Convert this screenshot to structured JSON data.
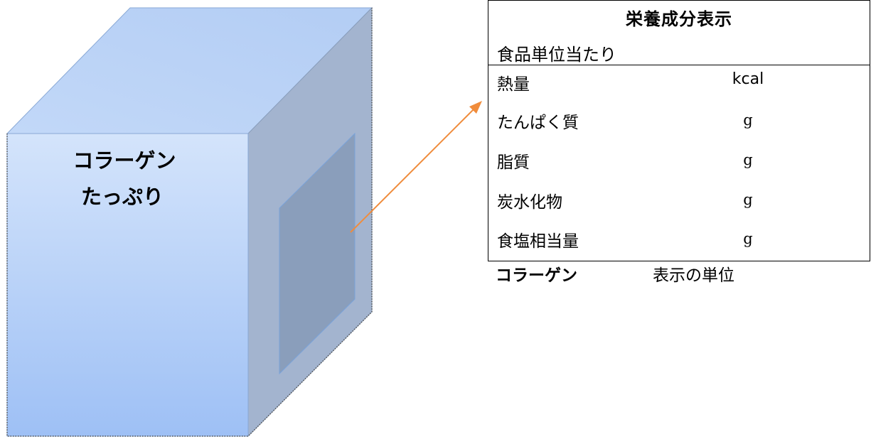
{
  "box": {
    "front_text_line1": "コラーゲン",
    "front_text_line2": "たっぷり",
    "colors": {
      "front_top": "#d4e4fb",
      "front_bottom": "#9ec0f5",
      "top_face": "#b9d2f6",
      "side_face": "#a3b4cf",
      "panel": "#8a9ebb",
      "arrow": "#f08c3c"
    }
  },
  "label": {
    "title": "栄養成分表示",
    "subtitle": "食品単位当たり",
    "rows": [
      {
        "name": "熱量",
        "unit": "kcal"
      },
      {
        "name": "たんぱく質",
        "unit": "g"
      },
      {
        "name": "脂質",
        "unit": "g"
      },
      {
        "name": "炭水化物",
        "unit": "g"
      },
      {
        "name": "食塩相当量",
        "unit": "g"
      }
    ]
  },
  "footer": {
    "left": "コラーゲン",
    "right": "表示の単位"
  }
}
